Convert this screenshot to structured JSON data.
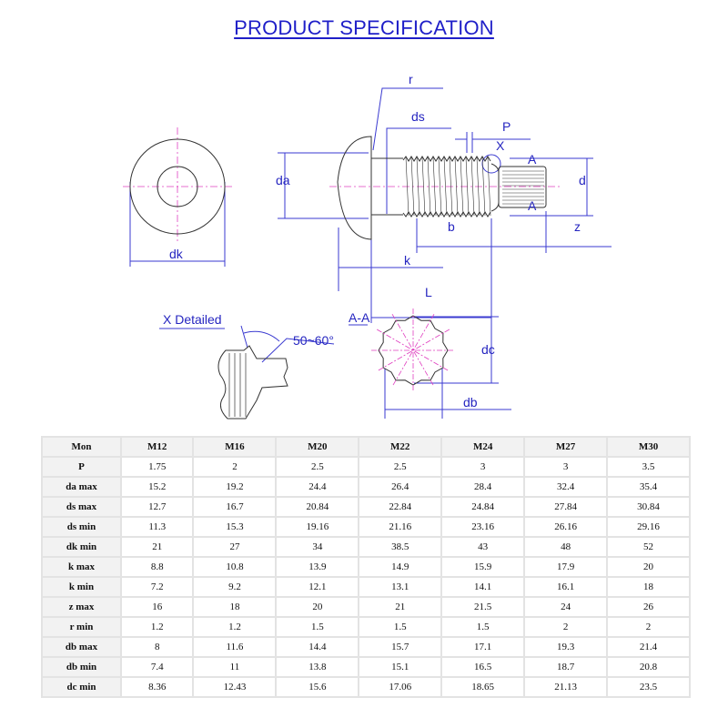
{
  "title": "PRODUCT SPECIFICATION",
  "drawing": {
    "labels": {
      "dk": "dk",
      "da": "da",
      "r": "r",
      "ds": "ds",
      "P": "P",
      "X": "X",
      "A_top": "A",
      "A_bottom": "A",
      "d": "d",
      "b": "b",
      "z": "z",
      "k": "k",
      "L": "L",
      "x_detailed": "X Detailed",
      "angle": "50~60°",
      "section": "A-A",
      "dc": "dc",
      "db": "db"
    },
    "colors": {
      "dimension": "#3a3ad0",
      "centerline": "#e040c0",
      "outline": "#333333"
    }
  },
  "table": {
    "headers": [
      "Mon",
      "M12",
      "M16",
      "M20",
      "M22",
      "M24",
      "M27",
      "M30"
    ],
    "rows": [
      {
        "label": "P",
        "values": [
          "1.75",
          "2",
          "2.5",
          "2.5",
          "3",
          "3",
          "3.5"
        ]
      },
      {
        "label": "da max",
        "values": [
          "15.2",
          "19.2",
          "24.4",
          "26.4",
          "28.4",
          "32.4",
          "35.4"
        ]
      },
      {
        "label": "ds max",
        "values": [
          "12.7",
          "16.7",
          "20.84",
          "22.84",
          "24.84",
          "27.84",
          "30.84"
        ]
      },
      {
        "label": "ds min",
        "values": [
          "11.3",
          "15.3",
          "19.16",
          "21.16",
          "23.16",
          "26.16",
          "29.16"
        ]
      },
      {
        "label": "dk min",
        "values": [
          "21",
          "27",
          "34",
          "38.5",
          "43",
          "48",
          "52"
        ]
      },
      {
        "label": "k max",
        "values": [
          "8.8",
          "10.8",
          "13.9",
          "14.9",
          "15.9",
          "17.9",
          "20"
        ]
      },
      {
        "label": "k min",
        "values": [
          "7.2",
          "9.2",
          "12.1",
          "13.1",
          "14.1",
          "16.1",
          "18"
        ]
      },
      {
        "label": "z max",
        "values": [
          "16",
          "18",
          "20",
          "21",
          "21.5",
          "24",
          "26"
        ]
      },
      {
        "label": "r min",
        "values": [
          "1.2",
          "1.2",
          "1.5",
          "1.5",
          "1.5",
          "2",
          "2"
        ]
      },
      {
        "label": "db max",
        "values": [
          "8",
          "11.6",
          "14.4",
          "15.7",
          "17.1",
          "19.3",
          "21.4"
        ]
      },
      {
        "label": "db min",
        "values": [
          "7.4",
          "11",
          "13.8",
          "15.1",
          "16.5",
          "18.7",
          "20.8"
        ]
      },
      {
        "label": "dc min",
        "values": [
          "8.36",
          "12.43",
          "15.6",
          "17.06",
          "18.65",
          "21.13",
          "23.5"
        ]
      }
    ]
  }
}
